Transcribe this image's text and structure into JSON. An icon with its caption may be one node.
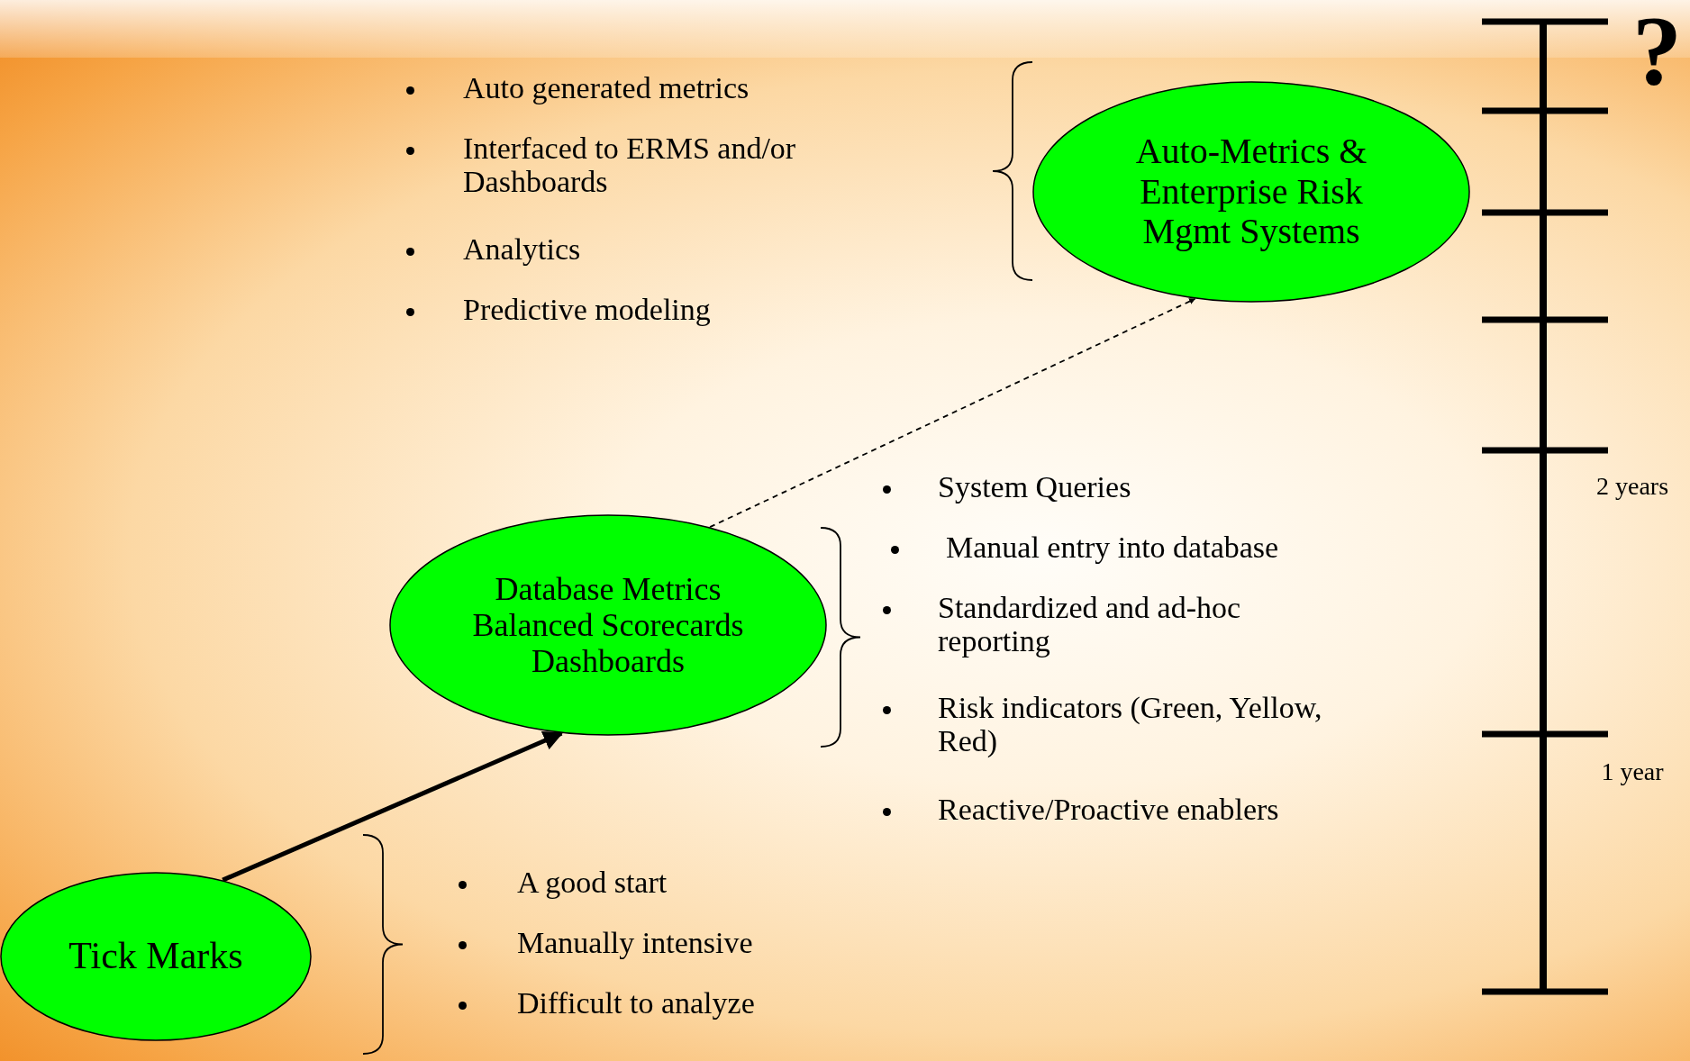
{
  "diagram": {
    "nodes": [
      {
        "text": [
          "Tick Marks"
        ]
      },
      {
        "text": [
          "Database Metrics",
          "Balanced Scorecards",
          "Dashboards"
        ]
      },
      {
        "text": [
          "Auto-Metrics & Enterprise Risk Mgmt Systems"
        ]
      }
    ],
    "edges": [
      {
        "from": 0,
        "to": 1,
        "arrow": "to",
        "style": "thick"
      },
      {
        "from": 1,
        "to": 2,
        "arrow": "to",
        "style": "dashed"
      }
    ],
    "labels": [
      "Auto generated metrics",
      "Interfaced to ERMS and/or Dashboards",
      "Analytics",
      "Predictive modeling",
      "?",
      "2 years",
      "System Queries",
      "Manual entry into database",
      "Standardized and ad-hoc reporting",
      "Risk indicators (Green, Yellow, Red)",
      "Reactive/Proactive enablers",
      "1 year",
      "A good start",
      "Manually intensive",
      "Difficult to analyze"
    ]
  }
}
